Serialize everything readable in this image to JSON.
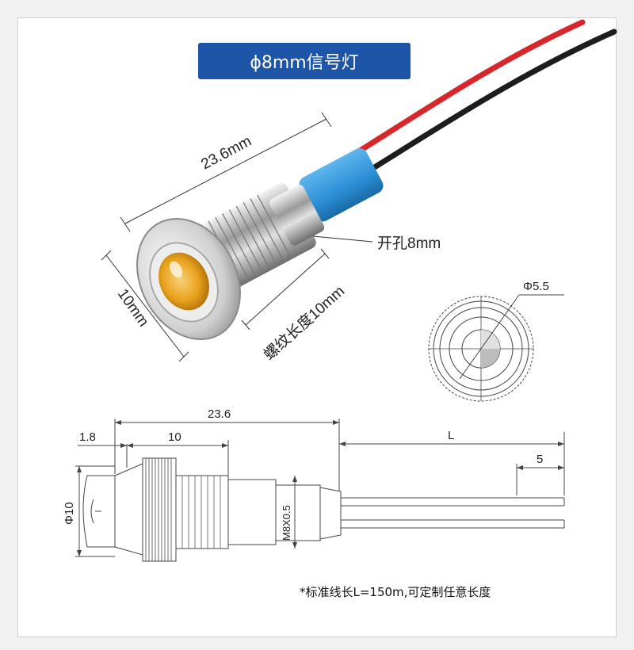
{
  "title": "ϕ8mm信号灯",
  "photo_labels": {
    "length": "23.6mm",
    "diameter": "10mm",
    "thread_length": "螺纹长度10mm",
    "hole": "开孔8mm"
  },
  "end_view": {
    "diameter": "Φ5.5"
  },
  "drawing": {
    "overall_length": "23.6",
    "flange": "1.8",
    "body": "10",
    "wire_length": "L",
    "strip": "5",
    "diameter": "Φ10",
    "thread": "M8X0.5"
  },
  "note": "*标准线长L=150m,可定制任意长度",
  "colors": {
    "badge": "#1f55a6",
    "red_wire": "#d8262a",
    "black_wire": "#1d1d1d",
    "sleeve": "#2c8fd6",
    "lens": "#e8a21c"
  }
}
